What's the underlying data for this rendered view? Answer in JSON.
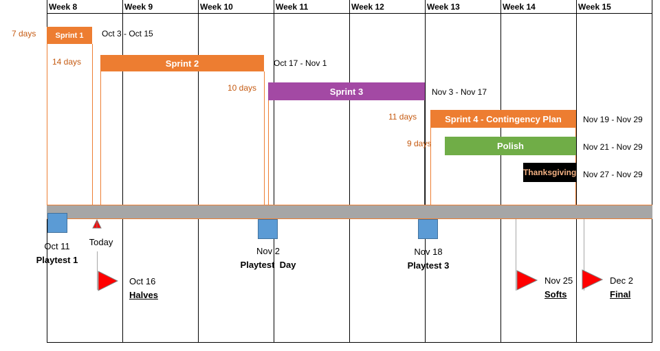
{
  "colors": {
    "sprint": "#ed7d31",
    "sprint3": "#a349a4",
    "polish": "#70ad47",
    "holiday": "#000000",
    "holiday_text": "#f4b183",
    "days_text": "#c55a11",
    "timeline": "#a6a6a6",
    "milestone": "#5b9bd5",
    "flag": "#ff0000"
  },
  "weeks": [
    "Week 8",
    "Week 9",
    "Week 10",
    "Week 11",
    "Week 12",
    "Week 13",
    "Week 14",
    "Week 15"
  ],
  "tasks": [
    {
      "label": "Sprint 1",
      "days": "7 days",
      "range": "Oct 3 - Oct 15",
      "color": "sprint"
    },
    {
      "label": "Sprint 2",
      "days": "14 days",
      "range": "Oct 17 - Nov 1",
      "color": "sprint"
    },
    {
      "label": "Sprint 3",
      "days": "10 days",
      "range": "Nov 3 - Nov 17",
      "color": "sprint3"
    },
    {
      "label": "Sprint 4 - Contingency Plan",
      "days": "11 days",
      "range": "Nov 19 - Nov 29",
      "color": "sprint"
    },
    {
      "label": "Polish",
      "days": "9 days",
      "range": "Nov 21 - Nov 29",
      "color": "polish"
    },
    {
      "label": "Thanksgiving",
      "days": "",
      "range": "Nov 27 - Nov 29",
      "color": "holiday"
    }
  ],
  "today": {
    "label": "Today"
  },
  "milestones": [
    {
      "date": "Oct 11",
      "name": "Playtest 1"
    },
    {
      "date": "Nov 2",
      "name": "Playtest  Day"
    },
    {
      "date": "Nov 18",
      "name": "Playtest 3"
    }
  ],
  "deadlines": [
    {
      "date": "Oct 16",
      "name": "Halves"
    },
    {
      "date": "Nov 25",
      "name": "Softs"
    },
    {
      "date": "Dec 2",
      "name": "Final"
    }
  ]
}
